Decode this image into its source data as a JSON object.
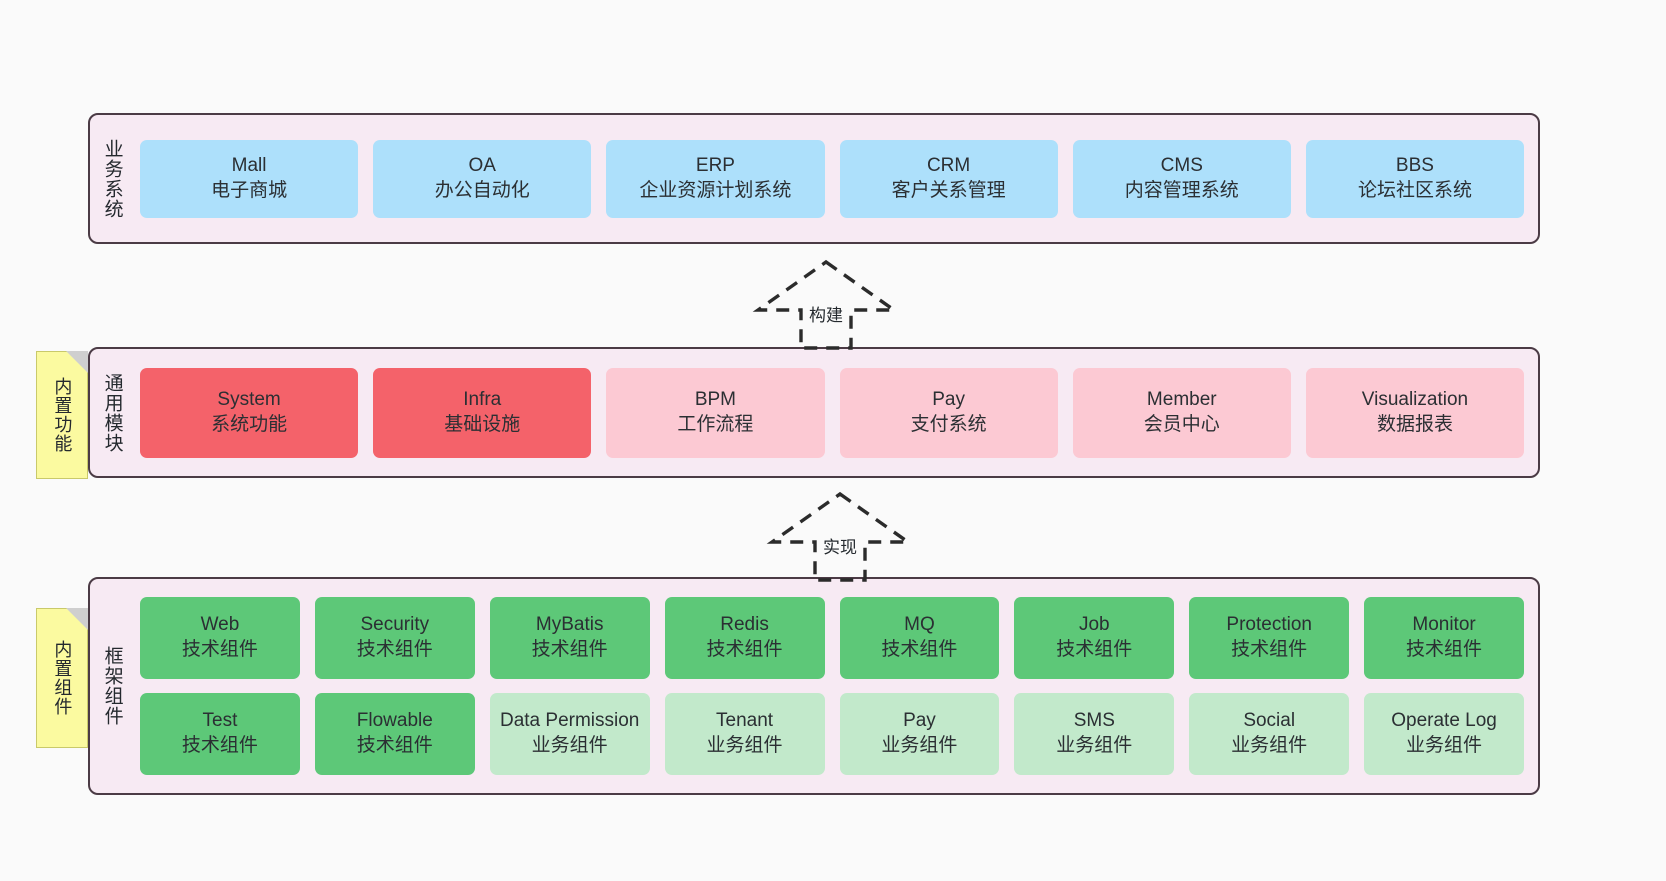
{
  "diagram": {
    "background_color": "#fafafa",
    "layer_fill": "#f7eaf3",
    "layer_border": "#4b3b45",
    "note_color": "#fbfaa0"
  },
  "layers": [
    {
      "id": "business-system",
      "title": "业务系统",
      "note": null,
      "rows": [
        {
          "style": "c-blue",
          "cards": [
            {
              "en": "Mall",
              "cn": "电子商城"
            },
            {
              "en": "OA",
              "cn": "办公自动化"
            },
            {
              "en": "ERP",
              "cn": "企业资源计划系统"
            },
            {
              "en": "CRM",
              "cn": "客户关系管理"
            },
            {
              "en": "CMS",
              "cn": "内容管理系统"
            },
            {
              "en": "BBS",
              "cn": "论坛社区系统"
            }
          ]
        }
      ]
    },
    {
      "id": "common-module",
      "title": "通用模块",
      "note": "内置功能",
      "rows": [
        {
          "cards": [
            {
              "en": "System",
              "cn": "系统功能",
              "style": "c-red"
            },
            {
              "en": "Infra",
              "cn": "基础设施",
              "style": "c-red"
            },
            {
              "en": "BPM",
              "cn": "工作流程",
              "style": "c-pink"
            },
            {
              "en": "Pay",
              "cn": "支付系统",
              "style": "c-pink"
            },
            {
              "en": "Member",
              "cn": "会员中心",
              "style": "c-pink"
            },
            {
              "en": "Visualization",
              "cn": "数据报表",
              "style": "c-pink"
            }
          ]
        }
      ]
    },
    {
      "id": "framework-component",
      "title": "框架组件",
      "note": "内置组件",
      "rows": [
        {
          "style": "c-green",
          "cards": [
            {
              "en": "Web",
              "cn": "技术组件"
            },
            {
              "en": "Security",
              "cn": "技术组件"
            },
            {
              "en": "MyBatis",
              "cn": "技术组件"
            },
            {
              "en": "Redis",
              "cn": "技术组件"
            },
            {
              "en": "MQ",
              "cn": "技术组件"
            },
            {
              "en": "Job",
              "cn": "技术组件"
            },
            {
              "en": "Protection",
              "cn": "技术组件"
            },
            {
              "en": "Monitor",
              "cn": "技术组件"
            }
          ]
        },
        {
          "cards": [
            {
              "en": "Test",
              "cn": "技术组件",
              "style": "c-green"
            },
            {
              "en": "Flowable",
              "cn": "技术组件",
              "style": "c-green"
            },
            {
              "en": "Data Permission",
              "cn": "业务组件",
              "style": "c-lightgreen",
              "wrap": true
            },
            {
              "en": "Tenant",
              "cn": "业务组件",
              "style": "c-lightgreen"
            },
            {
              "en": "Pay",
              "cn": "业务组件",
              "style": "c-lightgreen"
            },
            {
              "en": "SMS",
              "cn": "业务组件",
              "style": "c-lightgreen"
            },
            {
              "en": "Social",
              "cn": "业务组件",
              "style": "c-lightgreen"
            },
            {
              "en": "Operate Log",
              "cn": "业务组件",
              "style": "c-lightgreen"
            }
          ]
        }
      ]
    }
  ],
  "arrows": [
    {
      "id": "build-arrow",
      "label": "构建"
    },
    {
      "id": "implement-arrow",
      "label": "实现"
    }
  ]
}
